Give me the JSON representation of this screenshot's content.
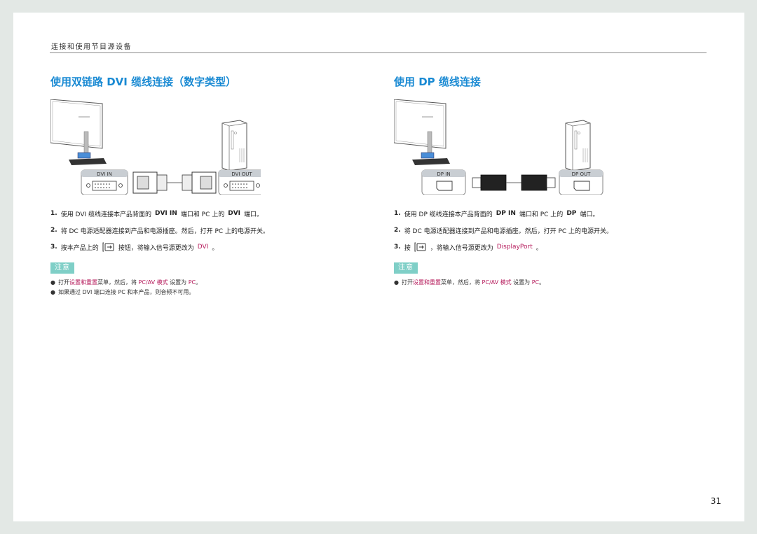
{
  "breadcrumb": "连接和使用节目源设备",
  "page_number": "31",
  "left": {
    "title": "使用双链路 DVI 缆线连接（数字类型）",
    "port_in": "DVI IN",
    "port_out": "DVI OUT",
    "steps": [
      {
        "num": "1.",
        "text_a": "使用 DVI 缆线连接本产品背面的",
        "bold_a": "DVI IN",
        "text_b": "端口和 PC 上的",
        "bold_b": "DVI",
        "text_c": "端口。"
      },
      {
        "num": "2.",
        "text": "将 DC 电源适配器连接到产品和电源插座。然后，打开 PC 上的电源开关。"
      },
      {
        "num": "3.",
        "text_a": "按本产品上的",
        "text_b": "按钮，将输入信号源更改为",
        "accent": "DVI",
        "text_c": "。"
      }
    ],
    "note_label": "注意",
    "notes": [
      {
        "pre": "打开",
        "accent1": "设置和重置",
        "mid": "菜单，然后，将",
        "accent2": "PC/AV 模式",
        "mid2": "设置为",
        "accent3": "PC",
        "end": "。"
      },
      {
        "text": "如果通过 DVI 端口连接 PC 和本产品，则音频不可用。"
      }
    ]
  },
  "right": {
    "title": "使用 DP 缆线连接",
    "port_in": "DP IN",
    "port_out": "DP OUT",
    "steps": [
      {
        "num": "1.",
        "text_a": "使用 DP 缆线连接本产品背面的",
        "bold_a": "DP IN",
        "text_b": "端口和 PC 上的",
        "bold_b": "DP",
        "text_c": "端口。"
      },
      {
        "num": "2.",
        "text": "将 DC 电源适配器连接到产品和电源插座。然后，打开 PC 上的电源开关。"
      },
      {
        "num": "3.",
        "text_a": "按",
        "text_b": "，将输入信号源更改为",
        "accent": "DisplayPort",
        "text_c": "。"
      }
    ],
    "note_label": "注意",
    "notes": [
      {
        "pre": "打开",
        "accent1": "设置和重置",
        "mid": "菜单，然后，将",
        "accent2": "PC/AV 模式",
        "mid2": "设置为",
        "accent3": "PC",
        "end": "。"
      }
    ]
  },
  "colors": {
    "title": "#1a8ad3",
    "accent": "#b5195a",
    "note_badge": "#7fcfc7",
    "port_label_bg": "#c9ced3"
  },
  "icons": {
    "source_button": "source-input-icon"
  }
}
